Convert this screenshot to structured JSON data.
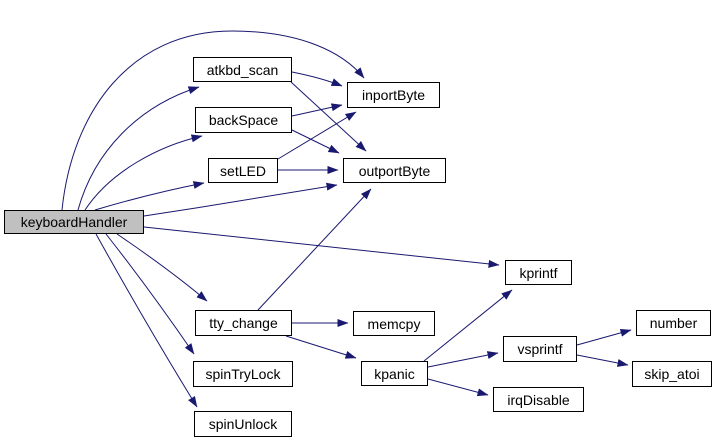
{
  "diagram": {
    "type": "call-graph",
    "background_color": "#ffffff",
    "edge_color": "#191970",
    "node_fill_color": "#ffffff",
    "node_border_color": "#000000",
    "highlighted_node_fill_color": "#c0c0c0",
    "nodes": [
      {
        "id": "keyboardHandler",
        "label": "keyboardHandler",
        "highlighted": true
      },
      {
        "id": "atkbd_scan",
        "label": "atkbd_scan",
        "highlighted": false
      },
      {
        "id": "backSpace",
        "label": "backSpace",
        "highlighted": false
      },
      {
        "id": "setLED",
        "label": "setLED",
        "highlighted": false
      },
      {
        "id": "inportByte",
        "label": "inportByte",
        "highlighted": false
      },
      {
        "id": "outportByte",
        "label": "outportByte",
        "highlighted": false
      },
      {
        "id": "kprintf",
        "label": "kprintf",
        "highlighted": false
      },
      {
        "id": "tty_change",
        "label": "tty_change",
        "highlighted": false
      },
      {
        "id": "memcpy",
        "label": "memcpy",
        "highlighted": false
      },
      {
        "id": "spinTryLock",
        "label": "spinTryLock",
        "highlighted": false
      },
      {
        "id": "spinUnlock",
        "label": "spinUnlock",
        "highlighted": false
      },
      {
        "id": "kpanic",
        "label": "kpanic",
        "highlighted": false
      },
      {
        "id": "vsprintf",
        "label": "vsprintf",
        "highlighted": false
      },
      {
        "id": "irqDisable",
        "label": "irqDisable",
        "highlighted": false
      },
      {
        "id": "number",
        "label": "number",
        "highlighted": false
      },
      {
        "id": "skip_atoi",
        "label": "skip_atoi",
        "highlighted": false
      }
    ],
    "edges": [
      {
        "from": "keyboardHandler",
        "to": "atkbd_scan"
      },
      {
        "from": "keyboardHandler",
        "to": "backSpace"
      },
      {
        "from": "keyboardHandler",
        "to": "setLED"
      },
      {
        "from": "keyboardHandler",
        "to": "inportByte"
      },
      {
        "from": "keyboardHandler",
        "to": "outportByte"
      },
      {
        "from": "keyboardHandler",
        "to": "kprintf"
      },
      {
        "from": "keyboardHandler",
        "to": "tty_change"
      },
      {
        "from": "keyboardHandler",
        "to": "spinTryLock"
      },
      {
        "from": "keyboardHandler",
        "to": "spinUnlock"
      },
      {
        "from": "atkbd_scan",
        "to": "inportByte"
      },
      {
        "from": "atkbd_scan",
        "to": "outportByte"
      },
      {
        "from": "backSpace",
        "to": "inportByte"
      },
      {
        "from": "backSpace",
        "to": "outportByte"
      },
      {
        "from": "setLED",
        "to": "inportByte"
      },
      {
        "from": "setLED",
        "to": "outportByte"
      },
      {
        "from": "tty_change",
        "to": "outportByte"
      },
      {
        "from": "tty_change",
        "to": "memcpy"
      },
      {
        "from": "tty_change",
        "to": "kpanic"
      },
      {
        "from": "kpanic",
        "to": "kprintf"
      },
      {
        "from": "kpanic",
        "to": "vsprintf"
      },
      {
        "from": "kpanic",
        "to": "irqDisable"
      },
      {
        "from": "vsprintf",
        "to": "number"
      },
      {
        "from": "vsprintf",
        "to": "skip_atoi"
      }
    ]
  }
}
